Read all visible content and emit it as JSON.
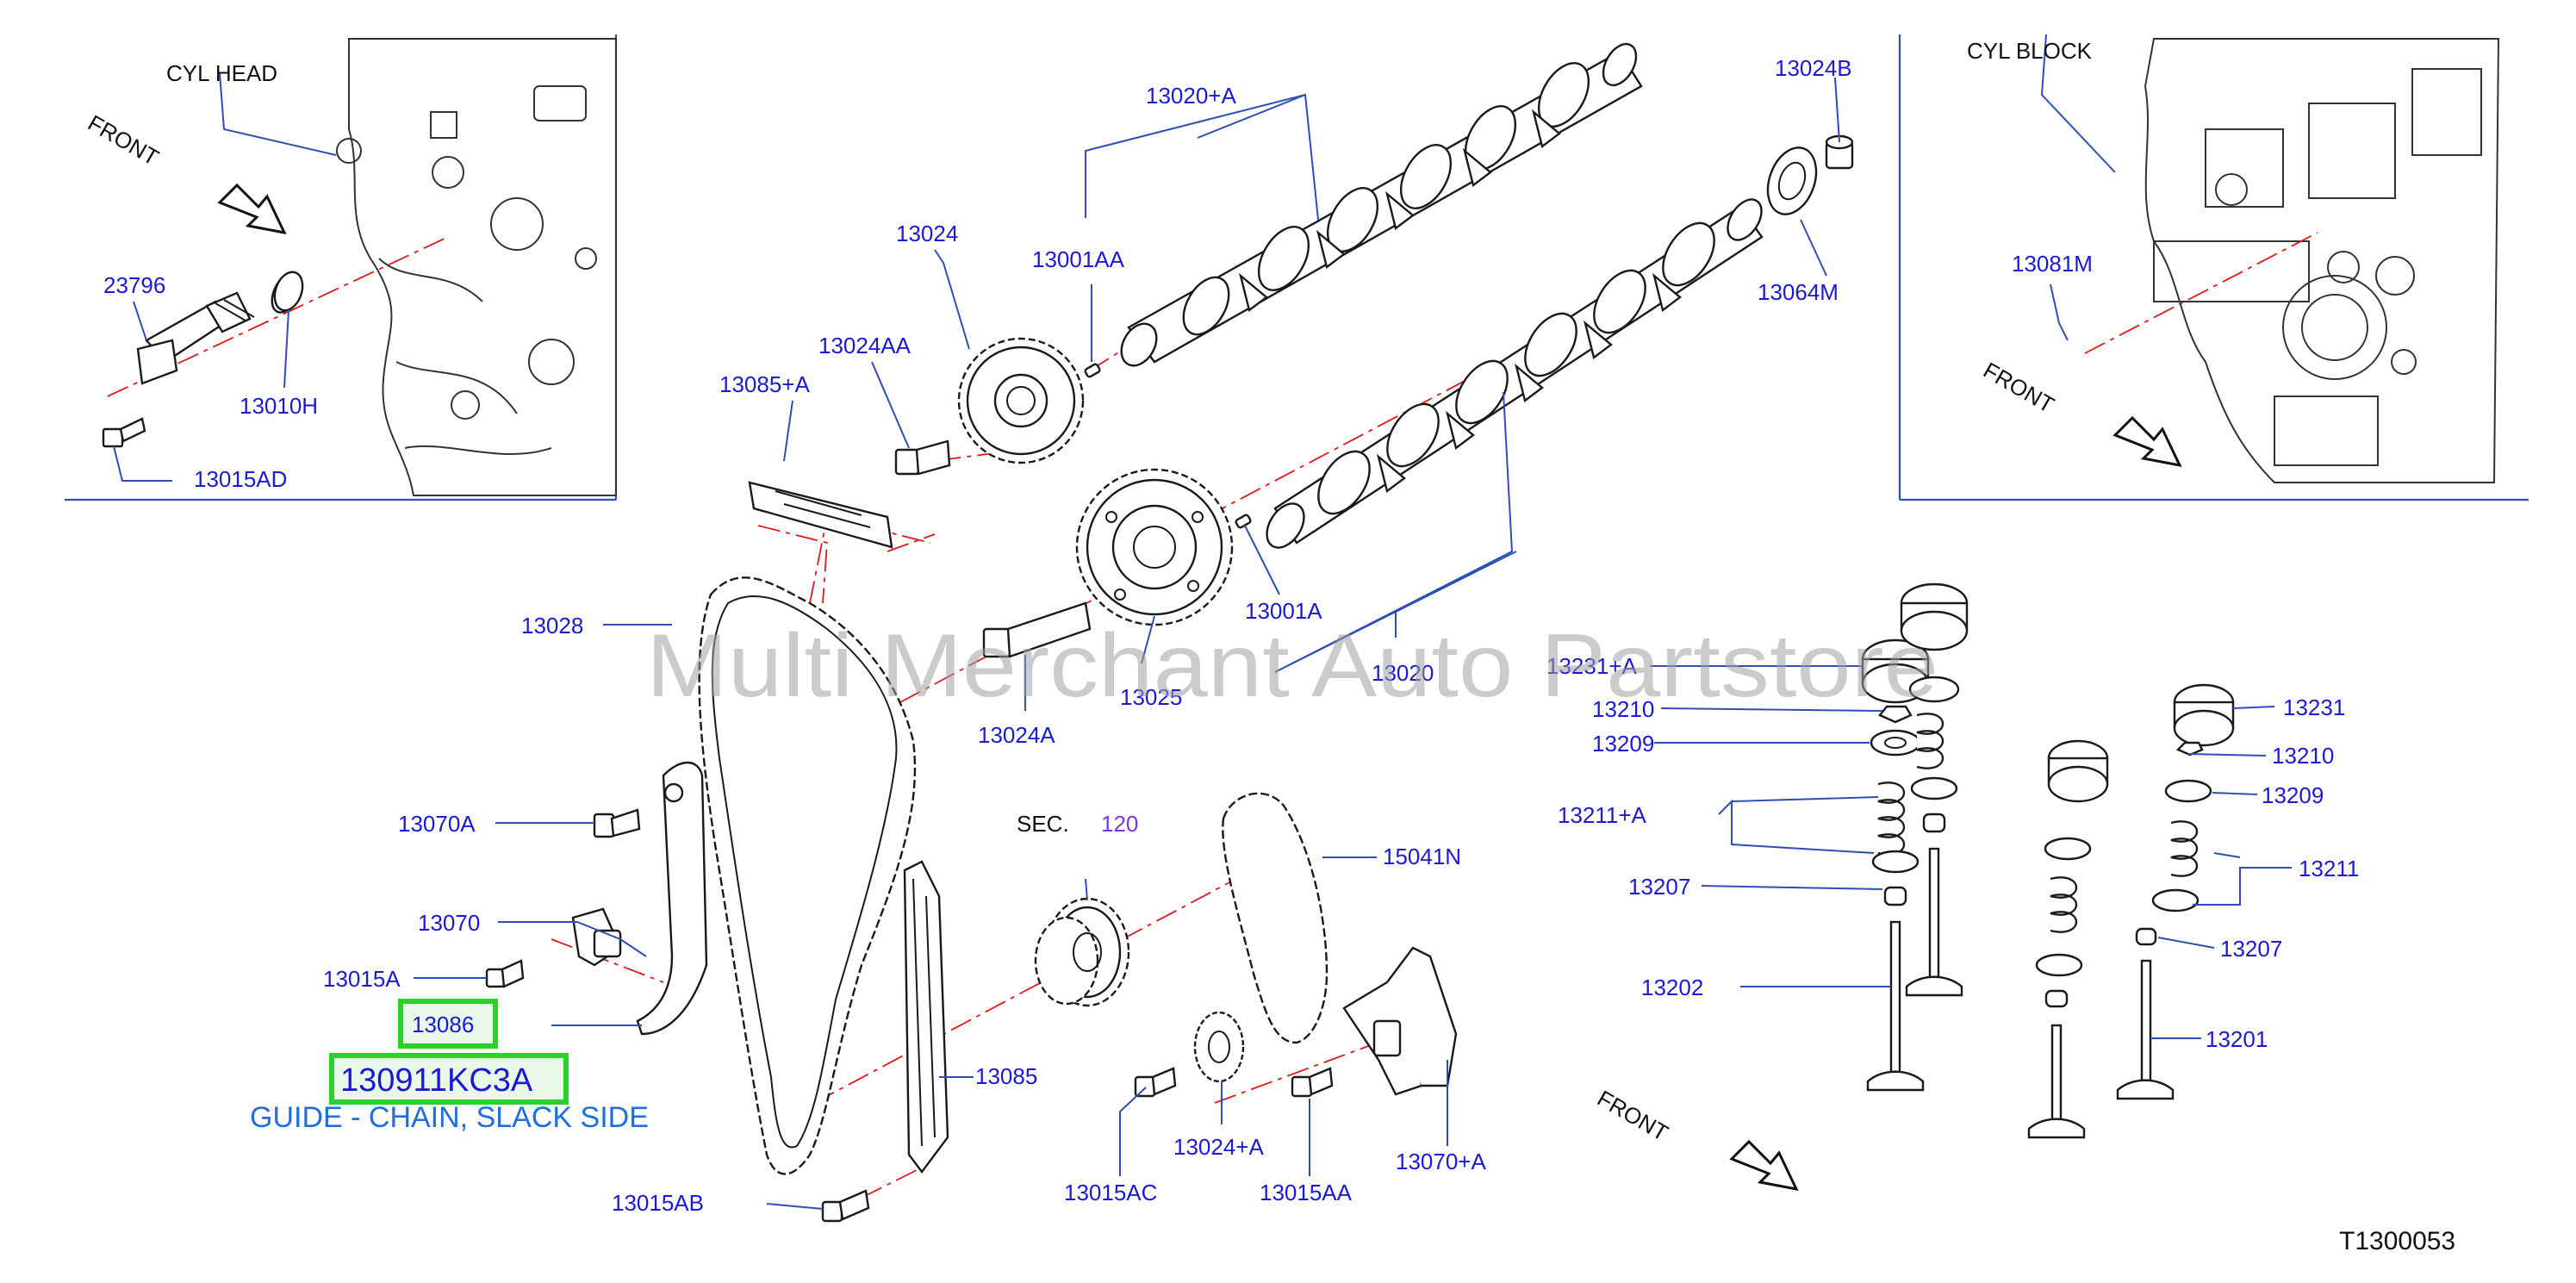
{
  "diagram": {
    "drawing_code": "T1300053",
    "watermark": "Multi Merchant Auto Partstore",
    "context_labels": {
      "cyl_head": "CYL HEAD",
      "cyl_block": "CYL BLOCK",
      "front": "FRONT",
      "sec": "SEC.",
      "sec_ref": "120"
    },
    "selected": {
      "part_no": "130911KC3A",
      "description": "GUIDE - CHAIN, SLACK SIDE",
      "callout": "13086",
      "highlight_color": "#2bd12b"
    },
    "callouts": [
      "23796",
      "13010H",
      "13015AD",
      "13020+A",
      "13024",
      "13001AA",
      "13024AA",
      "13085+A",
      "13024B",
      "13064M",
      "13081M",
      "13001A",
      "13020",
      "13028",
      "13025",
      "13024A",
      "13070A",
      "13070",
      "13015A",
      "13085",
      "13015AB",
      "15041N",
      "13024+A",
      "13015AC",
      "13015AA",
      "13070+A",
      "13231+A",
      "13210",
      "13209",
      "13211+A",
      "13207",
      "13202",
      "13231",
      "13210",
      "13209",
      "13211",
      "13207",
      "13201"
    ]
  },
  "colors": {
    "callout_text": "#1a1ad4",
    "leader_line": "#2d4fb5",
    "centerline": "#e01818",
    "description_text": "#1d6fe0"
  }
}
